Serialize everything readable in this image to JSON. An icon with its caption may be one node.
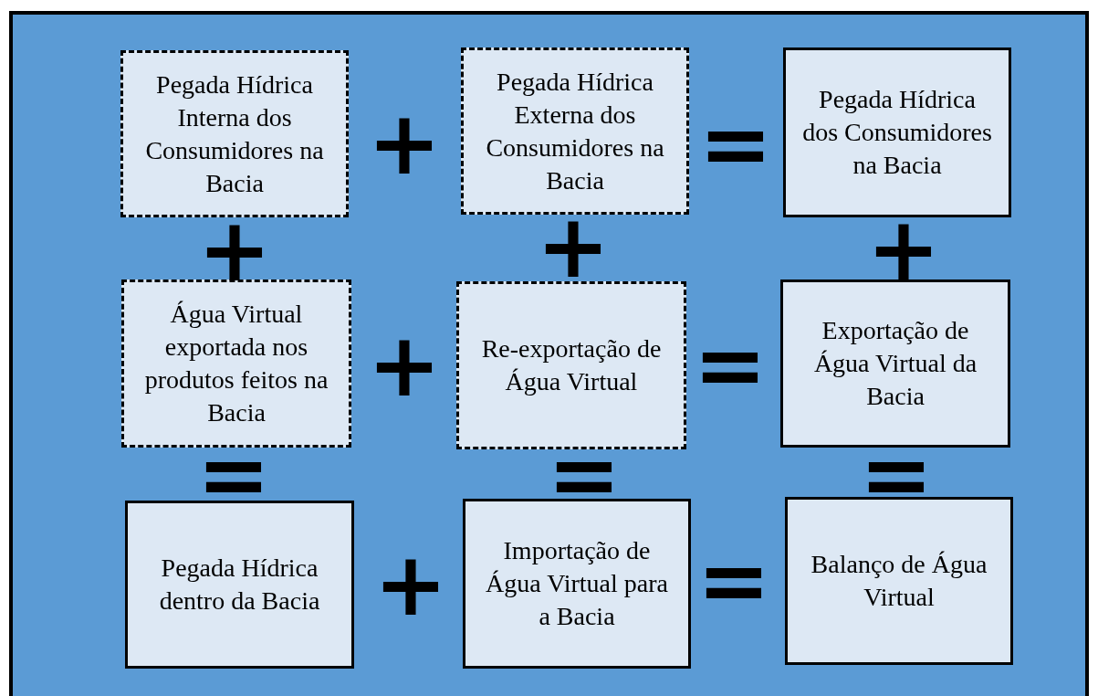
{
  "diagram": {
    "nodes": [
      {
        "text": [
          "Pegada Hídrica Interna dos Consumidores na Bacia"
        ]
      },
      {
        "text": [
          "Pegada Hídrica Externa dos Consumidores na Bacia"
        ]
      },
      {
        "text": [
          "Pegada Hídrica dos Consumidores na Bacia"
        ]
      },
      {
        "text": [
          "Água Virtual exportada nos produtos feitos na Bacia"
        ]
      },
      {
        "text": [
          "Re-exportação de Água Virtual"
        ]
      },
      {
        "text": [
          "Exportação de Água Virtual da Bacia"
        ]
      },
      {
        "text": [
          "Pegada Hídrica dentro da Bacia"
        ]
      },
      {
        "text": [
          "Importação de Água Virtual para a Bacia"
        ]
      },
      {
        "text": [
          "Balanço de Água Virtual"
        ]
      }
    ],
    "edges": [],
    "labels": [
      "+",
      "=",
      "+",
      "+",
      "+",
      "+",
      "=",
      "=",
      "=",
      "=",
      "+",
      "="
    ]
  }
}
